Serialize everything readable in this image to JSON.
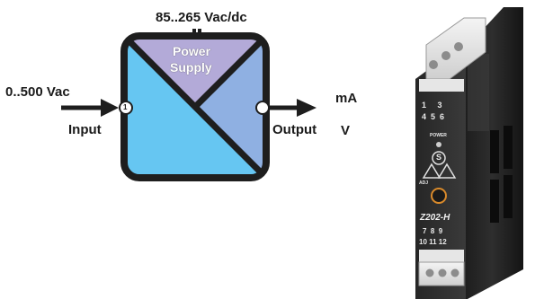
{
  "diagram": {
    "supply_voltage": "85..265 Vac/dc",
    "power_supply_line1": "Power",
    "power_supply_line2": "Supply",
    "input_range": "0..500 Vac",
    "input_label": "Input",
    "output_label": "Output",
    "output_unit_1": "mA",
    "output_unit_2": "V",
    "input_terminal": "1",
    "colors": {
      "power_supply": "#b3aad8",
      "input_region": "#66c6f2",
      "output_region": "#8fb0e2",
      "frame": "#1e1e1e"
    }
  },
  "device": {
    "terminals_top_row1": "1     3",
    "terminals_top_row2": "4  5  6",
    "power_label": "POWER",
    "s_symbol": "S",
    "adj_label": "ADJ",
    "model": "Z202-H",
    "terminals_bottom_row1": "7  8  9",
    "terminals_bottom_row2": "10 11 12",
    "icons": [
      "power-led-icon",
      "s-switch-icon",
      "warning-icon",
      "adjust-knob-icon"
    ]
  }
}
